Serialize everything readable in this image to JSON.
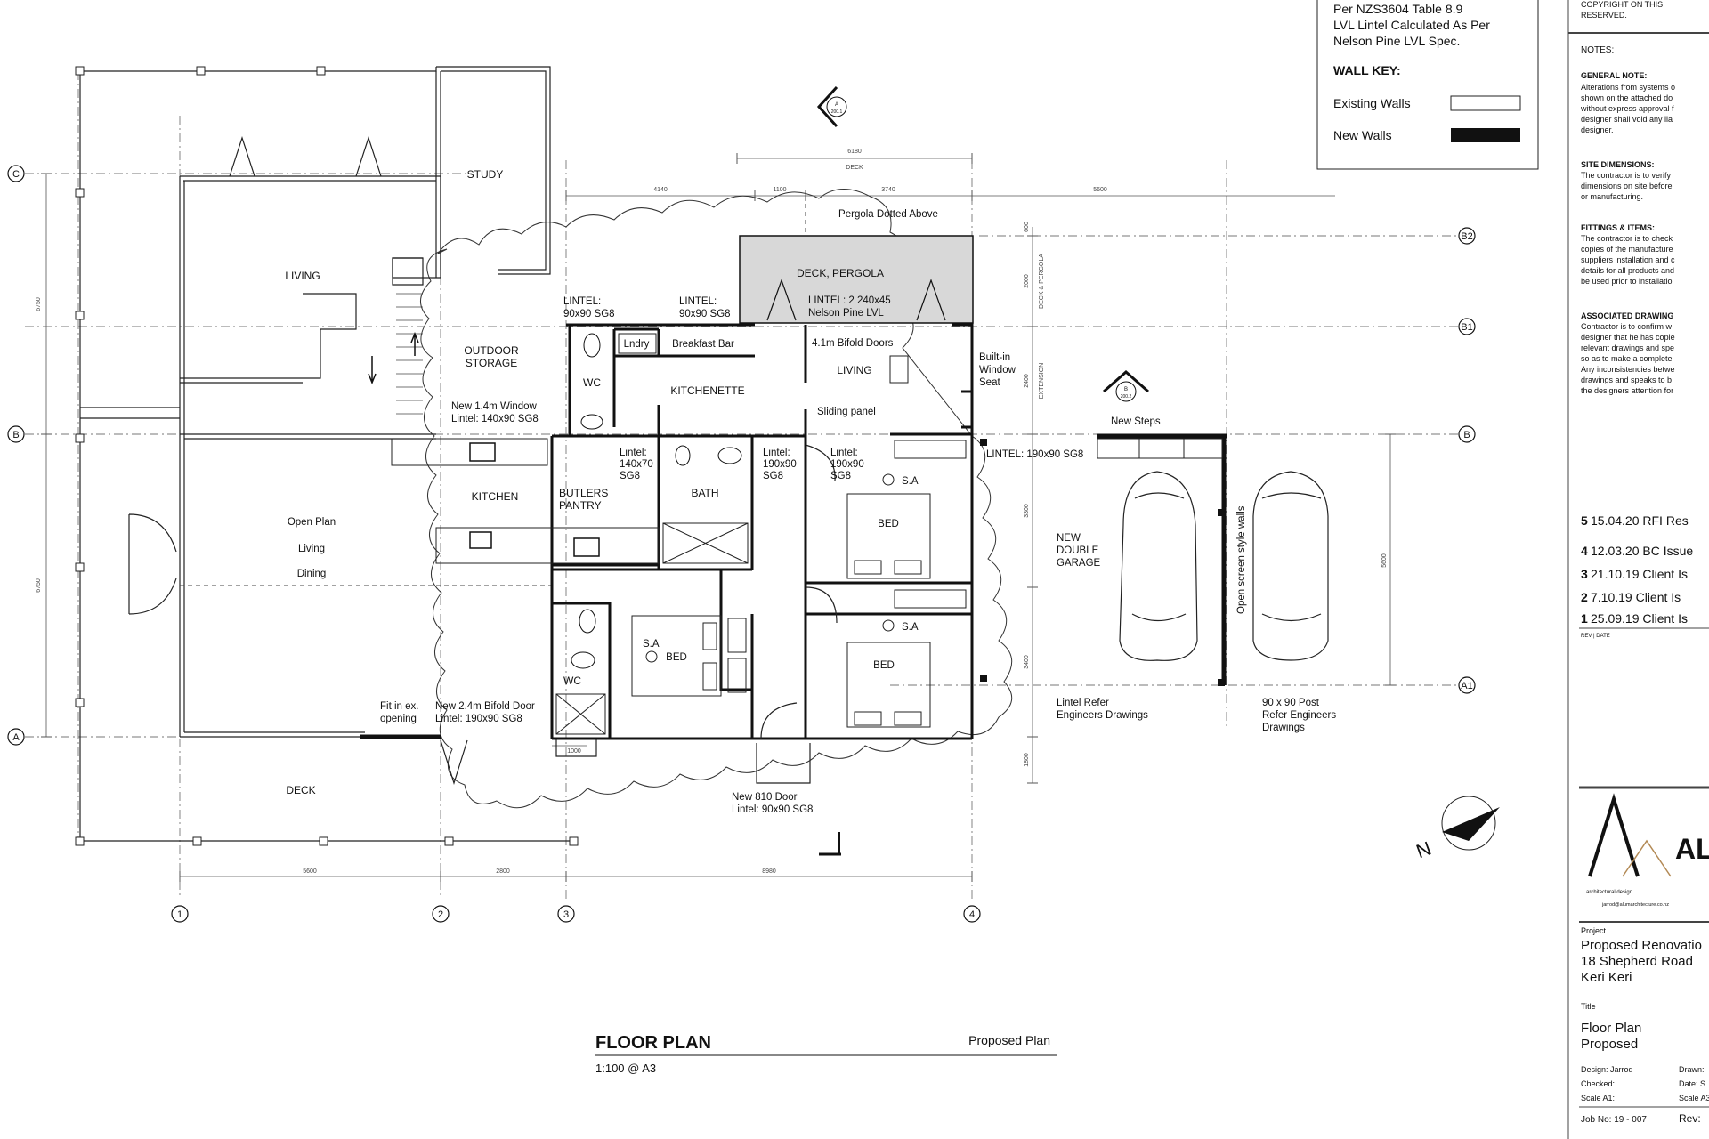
{
  "plan": {
    "title": "FLOOR PLAN",
    "subtitle": "Proposed Plan",
    "scale": "1:100 @ A3"
  },
  "rooms": {
    "study": "STUDY",
    "living_existing": "LIVING",
    "outdoor_storage_1": "OUTDOOR",
    "outdoor_storage_2": "STORAGE",
    "kitchen": "KITCHEN",
    "butlers_1": "BUTLERS",
    "butlers_2": "PANTRY",
    "bath": "BATH",
    "wc_top": "WC",
    "wc_bottom": "WC",
    "laundry": "Lndry",
    "breakfast_bar": "Breakfast Bar",
    "kitchenette": "KITCHENETTE",
    "living_new": "LIVING",
    "deck_pergola": "DECK, PERGOLA",
    "bed_1": "BED",
    "bed_2": "BED",
    "bed_3": "BED",
    "open_plan_1": "Open Plan",
    "open_plan_2": "Living",
    "open_plan_3": "Dining",
    "deck": "DECK",
    "garage_1": "NEW",
    "garage_2": "DOUBLE",
    "garage_3": "GARAGE",
    "sa_1": "S.A",
    "sa_2": "S.A",
    "sa_3": "S.A"
  },
  "notes": {
    "pergola_above": "Pergola Dotted Above",
    "lintel_a_1": "LINTEL:",
    "lintel_a_2": "90x90 SG8",
    "lintel_b_1": "LINTEL:",
    "lintel_b_2": "90x90 SG8",
    "lintel_deck_1": "LINTEL: 2 240x45",
    "lintel_deck_2": "Nelson Pine LVL",
    "bifold_41": "4.1m Bifold Doors",
    "built_in_1": "Built-in",
    "built_in_2": "Window",
    "built_in_3": "Seat",
    "window_14_1": "New 1.4m Window",
    "window_14_2": "Lintel: 140x90 SG8",
    "sliding_panel": "Sliding panel",
    "new_steps": "New Steps",
    "lintel_190_long": "LINTEL: 190x90 SG8",
    "lintel_c_1": "Lintel:",
    "lintel_c_2": "140x70",
    "lintel_c_3": "SG8",
    "lintel_d_1": "Lintel:",
    "lintel_d_2": "190x90",
    "lintel_d_3": "SG8",
    "lintel_e_1": "Lintel:",
    "lintel_e_2": "190x90",
    "lintel_e_3": "SG8",
    "open_screen": "Open screen style walls",
    "fit_in_1": "Fit in ex.",
    "fit_in_2": "opening",
    "bifold_24_1": "New 2.4m Bifold Door",
    "bifold_24_2": "Lintel: 190x90 SG8",
    "door_810_1": "New 810  Door",
    "door_810_2": "Lintel: 90x90 SG8",
    "lintel_refer_1": "Lintel Refer",
    "lintel_refer_2": "Engineers Drawings",
    "post_1": "90 x 90 Post",
    "post_2": "Refer Engineers",
    "post_3": "Drawings"
  },
  "grid_labels": {
    "c": "C",
    "b": "B",
    "a": "A",
    "b2": "B2",
    "b1": "B1",
    "b_right": "B",
    "a1": "A1",
    "g1": "1",
    "g2": "2",
    "g3": "3",
    "g4": "4"
  },
  "dimensions": {
    "top_overall": "6180",
    "top_deck": "DECK",
    "top_1": "4140",
    "top_2": "1100",
    "top_3": "3740",
    "top_4": "5600",
    "bottom_1": "5600",
    "bottom_2": "2800",
    "bottom_3": "8980",
    "bottom_small": "1000",
    "left_1": "6750",
    "left_2": "6750",
    "right_1": "600",
    "right_2": "2000",
    "right_3": "2400",
    "right_4": "3300",
    "right_5": "3400",
    "right_6": "1800",
    "right_deck_pergola": "DECK & PERGOLA",
    "right_extension": "EXTENSION",
    "garage_depth": "5600"
  },
  "wall_key": {
    "spec_1": "Per NZS3604 Table 8.9",
    "spec_2": "LVL Lintel Calculated As Per",
    "spec_3": "Nelson Pine LVL Spec.",
    "title": "WALL KEY:",
    "existing": "Existing Walls",
    "new": "New Walls"
  },
  "title_block": {
    "copyright_1": "COPYRIGHT ON THIS",
    "copyright_2": "RESERVED.",
    "notes_title": "NOTES:",
    "general_title": "GENERAL NOTE:",
    "general_lines": [
      "Alterations from systems o",
      "shown on the attached do",
      "without express approval f",
      "designer shall void any lia",
      "designer."
    ],
    "site_title": "SITE DIMENSIONS:",
    "site_lines": [
      "The  contractor is to verify",
      "dimensions on site before",
      "or manufacturing."
    ],
    "fittings_title": "FITTINGS & ITEMS:",
    "fittings_lines": [
      "The contractor is to check",
      "copies of the manufacture",
      "suppliers installation and c",
      "details for all products and",
      "be used prior to installatio"
    ],
    "assoc_title": "ASSOCIATED DRAWING",
    "assoc_lines": [
      "Contractor is to confirm w",
      "designer that he has copie",
      "relevant drawings and spe",
      "so as to make a complete",
      "Any inconsistencies betwe",
      "drawings and speaks to b",
      "the designers attention for"
    ],
    "revisions": [
      {
        "num": "5",
        "text": "15.04.20 RFI Res"
      },
      {
        "num": "4",
        "text": "12.03.20 BC Issue"
      },
      {
        "num": "3",
        "text": "21.10.19 Client Is"
      },
      {
        "num": "2",
        "text": "7.10.19   Client Is"
      },
      {
        "num": "1",
        "text": "25.09.19 Client Is"
      }
    ],
    "rev_header": "REV | DATE",
    "logo_text": "AL",
    "logo_tag": "architectural design",
    "logo_email": "jarrod@alumarchitecture.co.nz",
    "project_label": "Project",
    "project_1": "Proposed Renovatio",
    "project_2": "18 Shepherd Road",
    "project_3": "Keri Keri",
    "title_label": "Title",
    "title_1": "Floor Plan",
    "title_2": "Proposed",
    "design": "Design: Jarrod",
    "drawn": "Drawn:",
    "checked": "Checked:",
    "date": "Date: S",
    "scale": "Scale A1:",
    "scale2": "Scale A3:",
    "job": "Job No: 19 - 007",
    "rev": "Rev:"
  },
  "markers": {
    "section_top_1": "A",
    "section_top_2": "200.1",
    "section_mid_1": "B",
    "section_mid_2": "200.2",
    "north": "N"
  }
}
